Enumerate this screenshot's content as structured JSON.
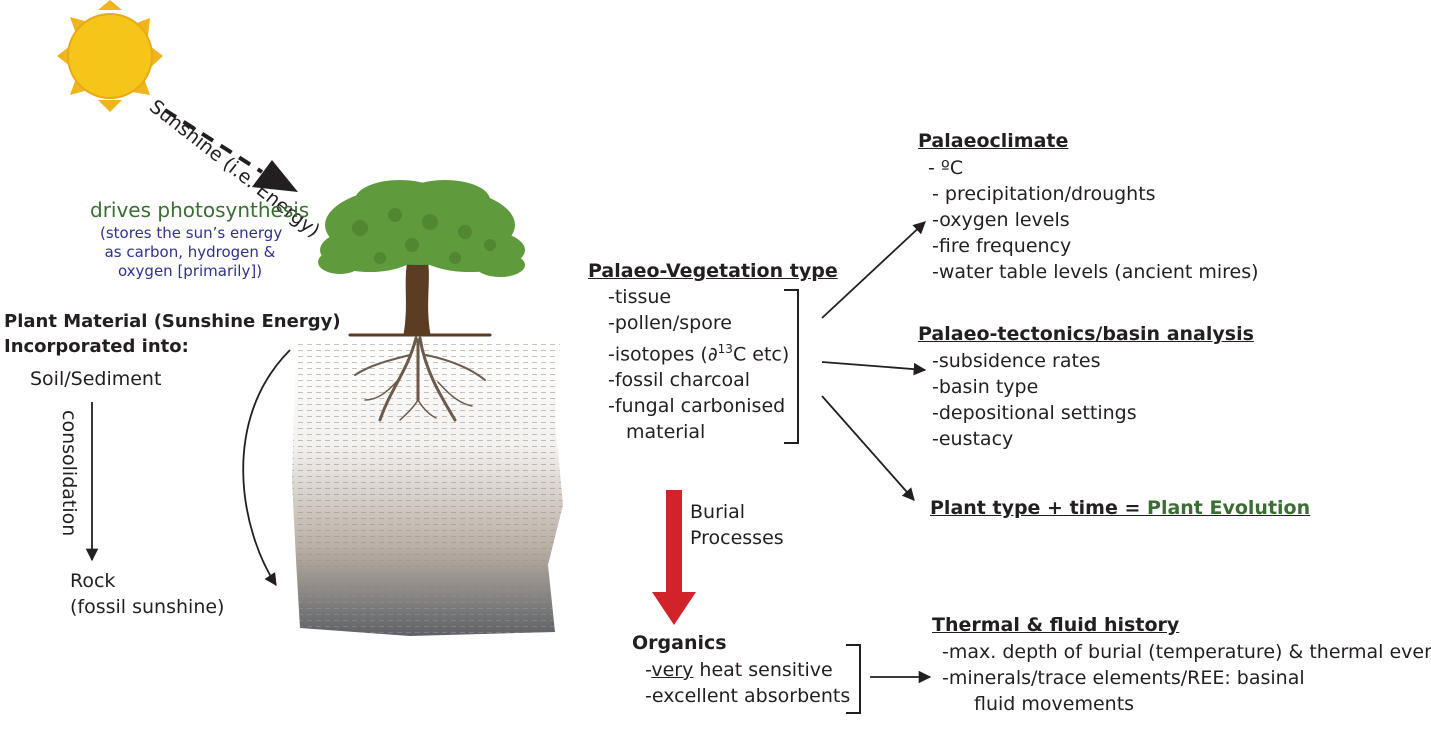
{
  "sun_label": "Sunshine (i.e. Energy)",
  "photosynthesis": {
    "title": "drives photosynthesis",
    "note_lines": [
      "(stores the sun’s energy",
      "as carbon, hydrogen &",
      "oxygen [primarily])"
    ]
  },
  "plant_material": {
    "heading_line1": "Plant Material (Sunshine Energy)",
    "heading_line2": "Incorporated into:",
    "soil": "Soil/Sediment",
    "process": "consolidation",
    "rock": "Rock",
    "rock_note": "(fossil sunshine)"
  },
  "vegetation": {
    "title": "Palaeo-Vegetation type",
    "items": [
      "-tissue",
      "-pollen/spore",
      "-isotopes (∂",
      "-fossil charcoal",
      "-fungal carbonised",
      "material"
    ],
    "isotope_sup": "13",
    "isotope_tail": "C etc)"
  },
  "burial": {
    "line1": "Burial",
    "line2": "Processes"
  },
  "organics": {
    "title": "Organics",
    "item1_prefix": "-",
    "item1_emph": "very",
    "item1_rest": " heat sensitive",
    "item2": "-excellent absorbents"
  },
  "palaeoclimate": {
    "title": "Palaeoclimate",
    "items": [
      "- ºC",
      "- precipitation/droughts",
      "-oxygen levels",
      "-fire frequency",
      "-water table levels (ancient mires)"
    ]
  },
  "tectonics": {
    "title": "Palaeo-tectonics/basin analysis",
    "items": [
      "-subsidence rates",
      "-basin type",
      "-depositional settings",
      "-eustacy"
    ]
  },
  "evolution": {
    "prefix": "Plant type + time = ",
    "highlight": "Plant Evolution"
  },
  "thermal": {
    "title": "Thermal & fluid history",
    "items": [
      "-max. depth of burial (temperature) & thermal events",
      "-minerals/trace elements/REE: basinal",
      "fluid movements"
    ]
  },
  "colors": {
    "sun": "#f5c518",
    "sun_ray": "#f0b41c",
    "leaf": "#5f9a3c",
    "trunk": "#5a3d22",
    "burial_arrow": "#d2232a",
    "green_text": "#3a6e32",
    "blue_text": "#2e3192"
  }
}
